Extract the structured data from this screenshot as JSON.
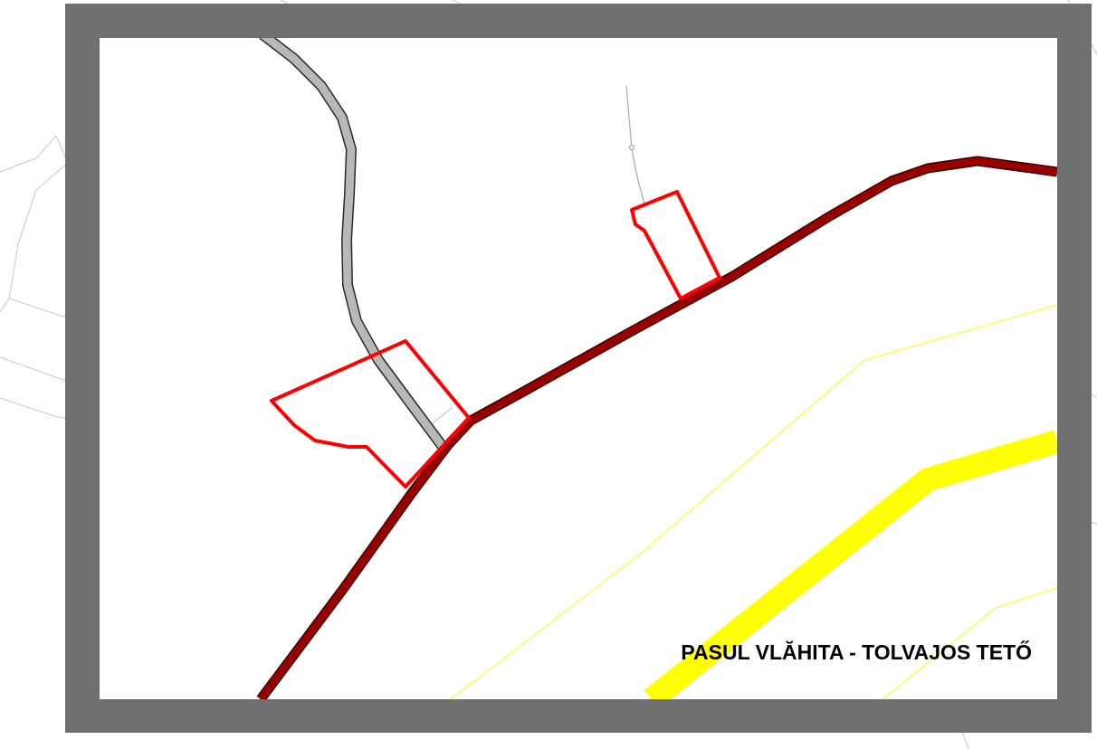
{
  "map": {
    "label": "PASUL VLĂHITA - TOLVAJOS TETŐ",
    "colors": {
      "frame": "#6f6f6f",
      "main_road": "#990000",
      "main_road_edge": "#3a0000",
      "secondary_road": "#b8b8b8",
      "secondary_road_edge": "#2a2a2a",
      "parcel_outline": "#ff0000",
      "boundary_thin": "#ffff33",
      "boundary_thick": "#ffff00",
      "background_lines": "#c8c8c8"
    },
    "legend_features": {
      "main_road": "main-road",
      "secondary_road": "secondary-road",
      "parcels": "parcel-outline",
      "boundaries": "yellow-boundary"
    }
  }
}
